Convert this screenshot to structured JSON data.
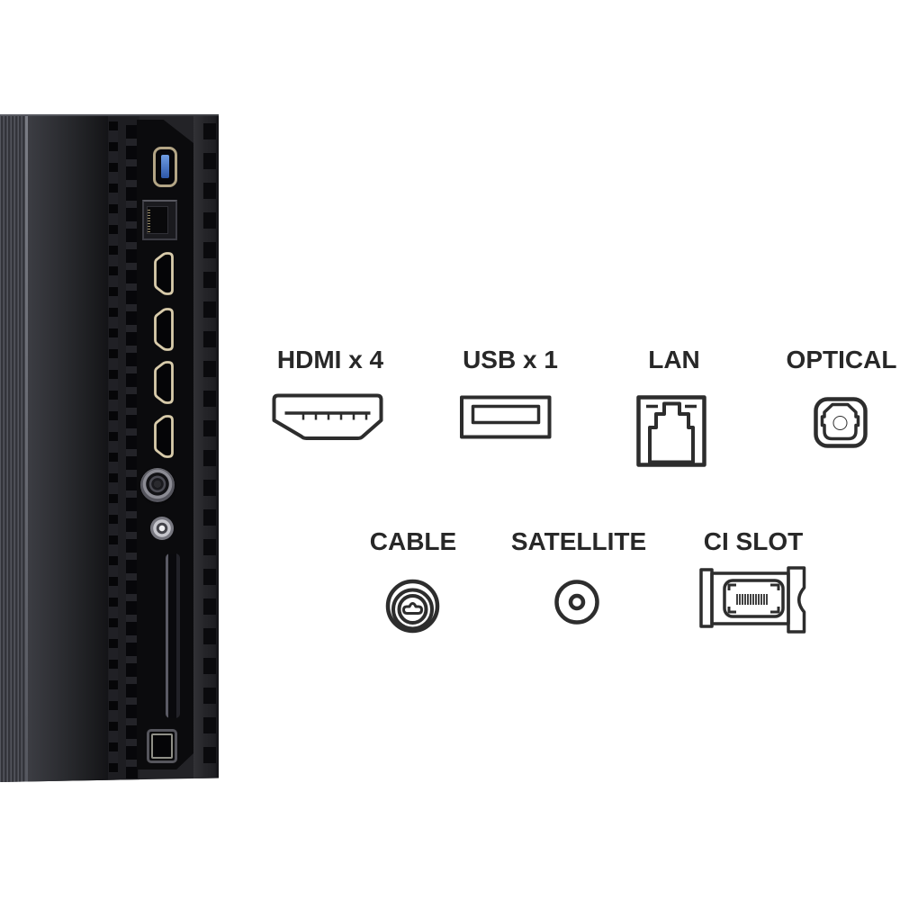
{
  "legend": {
    "row1": [
      {
        "id": "hdmi",
        "label": "HDMI x 4"
      },
      {
        "id": "usb",
        "label": "USB x 1"
      },
      {
        "id": "lan",
        "label": "LAN"
      },
      {
        "id": "optical",
        "label": "OPTICAL"
      }
    ],
    "row2": [
      {
        "id": "cable",
        "label": "CABLE"
      },
      {
        "id": "satellite",
        "label": "SATELLITE"
      },
      {
        "id": "ci",
        "label": "CI SLOT"
      }
    ],
    "text_color": "#282828",
    "icon_line_color": "#2d2d2d"
  },
  "photo": {
    "subject": "tv-side-port-panel",
    "ports": [
      "usb",
      "lan",
      "hdmi-1",
      "hdmi-2",
      "hdmi-3",
      "hdmi-4",
      "rf-cable",
      "satellite",
      "ci-slot",
      "optical"
    ],
    "colors": {
      "usb_tab_blue": "#3f6cbd",
      "hdmi_outline_gold": "#d8cbaa",
      "recess_black": "#0b0b0d",
      "cover_gray": "#2c2d32",
      "background": "#ffffff"
    }
  }
}
